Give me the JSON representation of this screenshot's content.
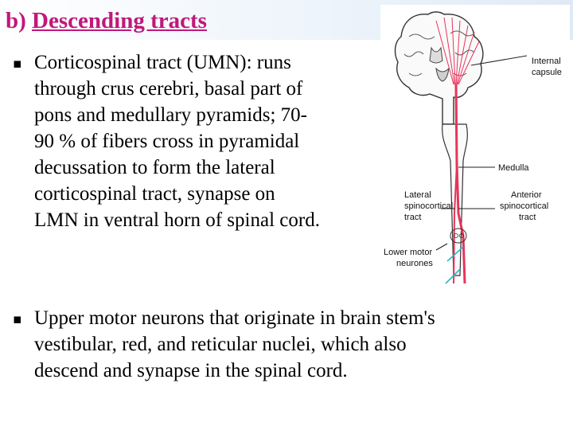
{
  "title": {
    "prefix": "b) ",
    "main": "Descending tracts"
  },
  "bullets": [
    {
      "lines": [
        "Corticospinal tract (UMN): runs",
        "through crus cerebri, basal part of",
        "pons and medullary pyramids; 70-",
        "90 % of fibers cross in pyramidal",
        "decussation to form the lateral",
        "corticospinal tract, synapse on",
        "LMN in ventral horn of spinal cord."
      ]
    },
    {
      "lines": [
        "Upper motor neurons that originate in brain stem's",
        "vestibular, red, and reticular nuclei, which also",
        "descend and synapse in the spinal cord."
      ]
    }
  ],
  "figure": {
    "labels": {
      "internal_capsule": [
        "Internal",
        "capsule"
      ],
      "medulla": "Medulla",
      "lateral": [
        "Lateral",
        "spinocortical",
        "tract"
      ],
      "anterior": [
        "Anterior",
        "spinocortical",
        "tract"
      ],
      "lower_motor": [
        "Lower motor",
        "neurones"
      ]
    },
    "colors": {
      "tract": "#e8345a",
      "outline": "#333333",
      "nerve": "#33b5c9"
    }
  }
}
